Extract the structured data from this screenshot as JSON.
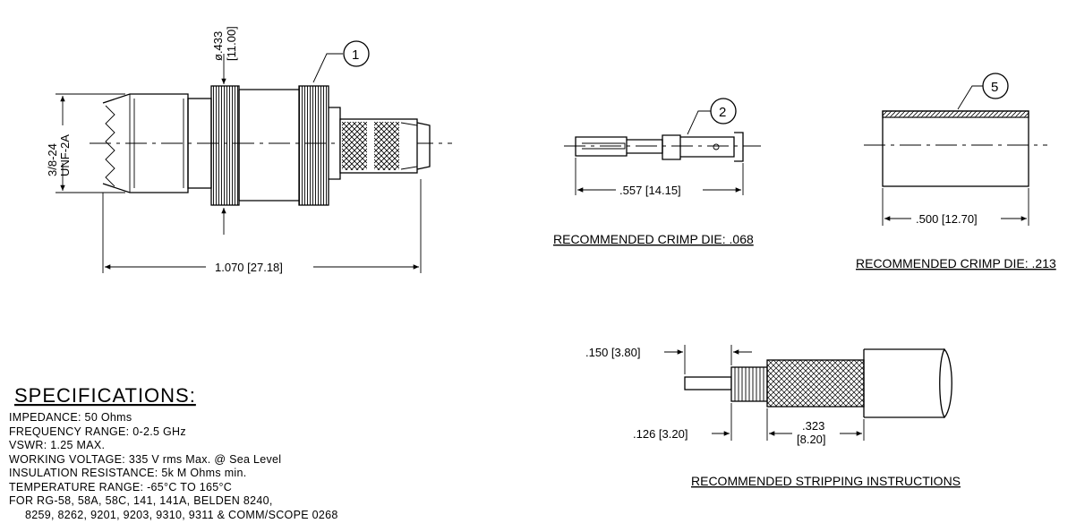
{
  "connector": {
    "diameter": "ø.433",
    "diameter_mm": "[11.00]",
    "thread_line1": "3/8-24",
    "thread_line2": "UNF-2A",
    "length": "1.070 [27.18]",
    "balloon": "1"
  },
  "pin": {
    "length": ".557 [14.15]",
    "balloon": "2",
    "caption": "RECOMMENDED CRIMP DIE: .068"
  },
  "ferrule": {
    "length": ".500 [12.70]",
    "balloon": "5",
    "caption": "RECOMMENDED CRIMP DIE: .213"
  },
  "stripping": {
    "dim_a": ".150 [3.80]",
    "dim_b": ".126 [3.20]",
    "dim_c": ".323",
    "dim_c_mm": "[8.20]",
    "caption": "RECOMMENDED STRIPPING INSTRUCTIONS"
  },
  "specifications": {
    "title": "SPECIFICATIONS:",
    "lines": [
      "IMPEDANCE: 50 Ohms",
      "FREQUENCY RANGE: 0-2.5 GHz",
      "VSWR: 1.25 MAX.",
      "WORKING VOLTAGE: 335 V rms Max. @ Sea Level",
      "INSULATION RESISTANCE: 5k M Ohms min.",
      "TEMPERATURE RANGE: -65°C TO 165°C",
      "FOR RG-58, 58A, 58C, 141, 141A, BELDEN 8240,",
      "8259, 8262, 9201, 9203, 9310, 9311 & COMM/SCOPE 0268"
    ]
  }
}
